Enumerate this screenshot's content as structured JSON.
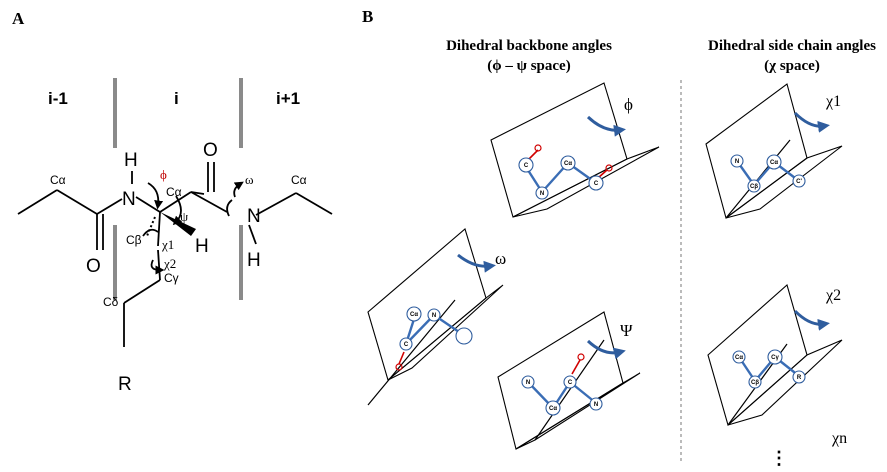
{
  "panel_a": {
    "label": "A",
    "regions": [
      "i-1",
      "i",
      "i+1"
    ],
    "atoms": {
      "ca_left": "Cα",
      "ca_center": "Cα",
      "ca_right": "Cα",
      "n_left": "N",
      "n_right": "N",
      "h_top": "H",
      "h_bottom": "H",
      "h_center": "H",
      "o_left": "O",
      "o_top": "O",
      "cb": "Cβ",
      "cg": "Cγ",
      "cd": "Cδ",
      "r": "R"
    },
    "angles": {
      "phi": "ϕ",
      "psi": "ψ",
      "omega": "ω",
      "chi1": "χ1",
      "chi2": "χ2"
    }
  },
  "panel_b": {
    "label": "B",
    "backbone_heading_line1": "Dihedral backbone angles",
    "backbone_heading_line2": "(ϕ – ψ space)",
    "sidechain_heading_line1": "Dihedral side chain angles",
    "sidechain_heading_line2": "(χ space)",
    "phi_label": "ϕ",
    "omega_label": "ω",
    "psi_label": "Ψ",
    "chi1_label": "χ1",
    "chi2_label": "χ2",
    "chin_label": "χn",
    "ellipsis": "⋮",
    "colors": {
      "arrow": "#2f5d9e",
      "atom_outline": "#2f5d9e",
      "oxygen_bond": "#d00000",
      "divider": "#8a8a8a"
    }
  }
}
